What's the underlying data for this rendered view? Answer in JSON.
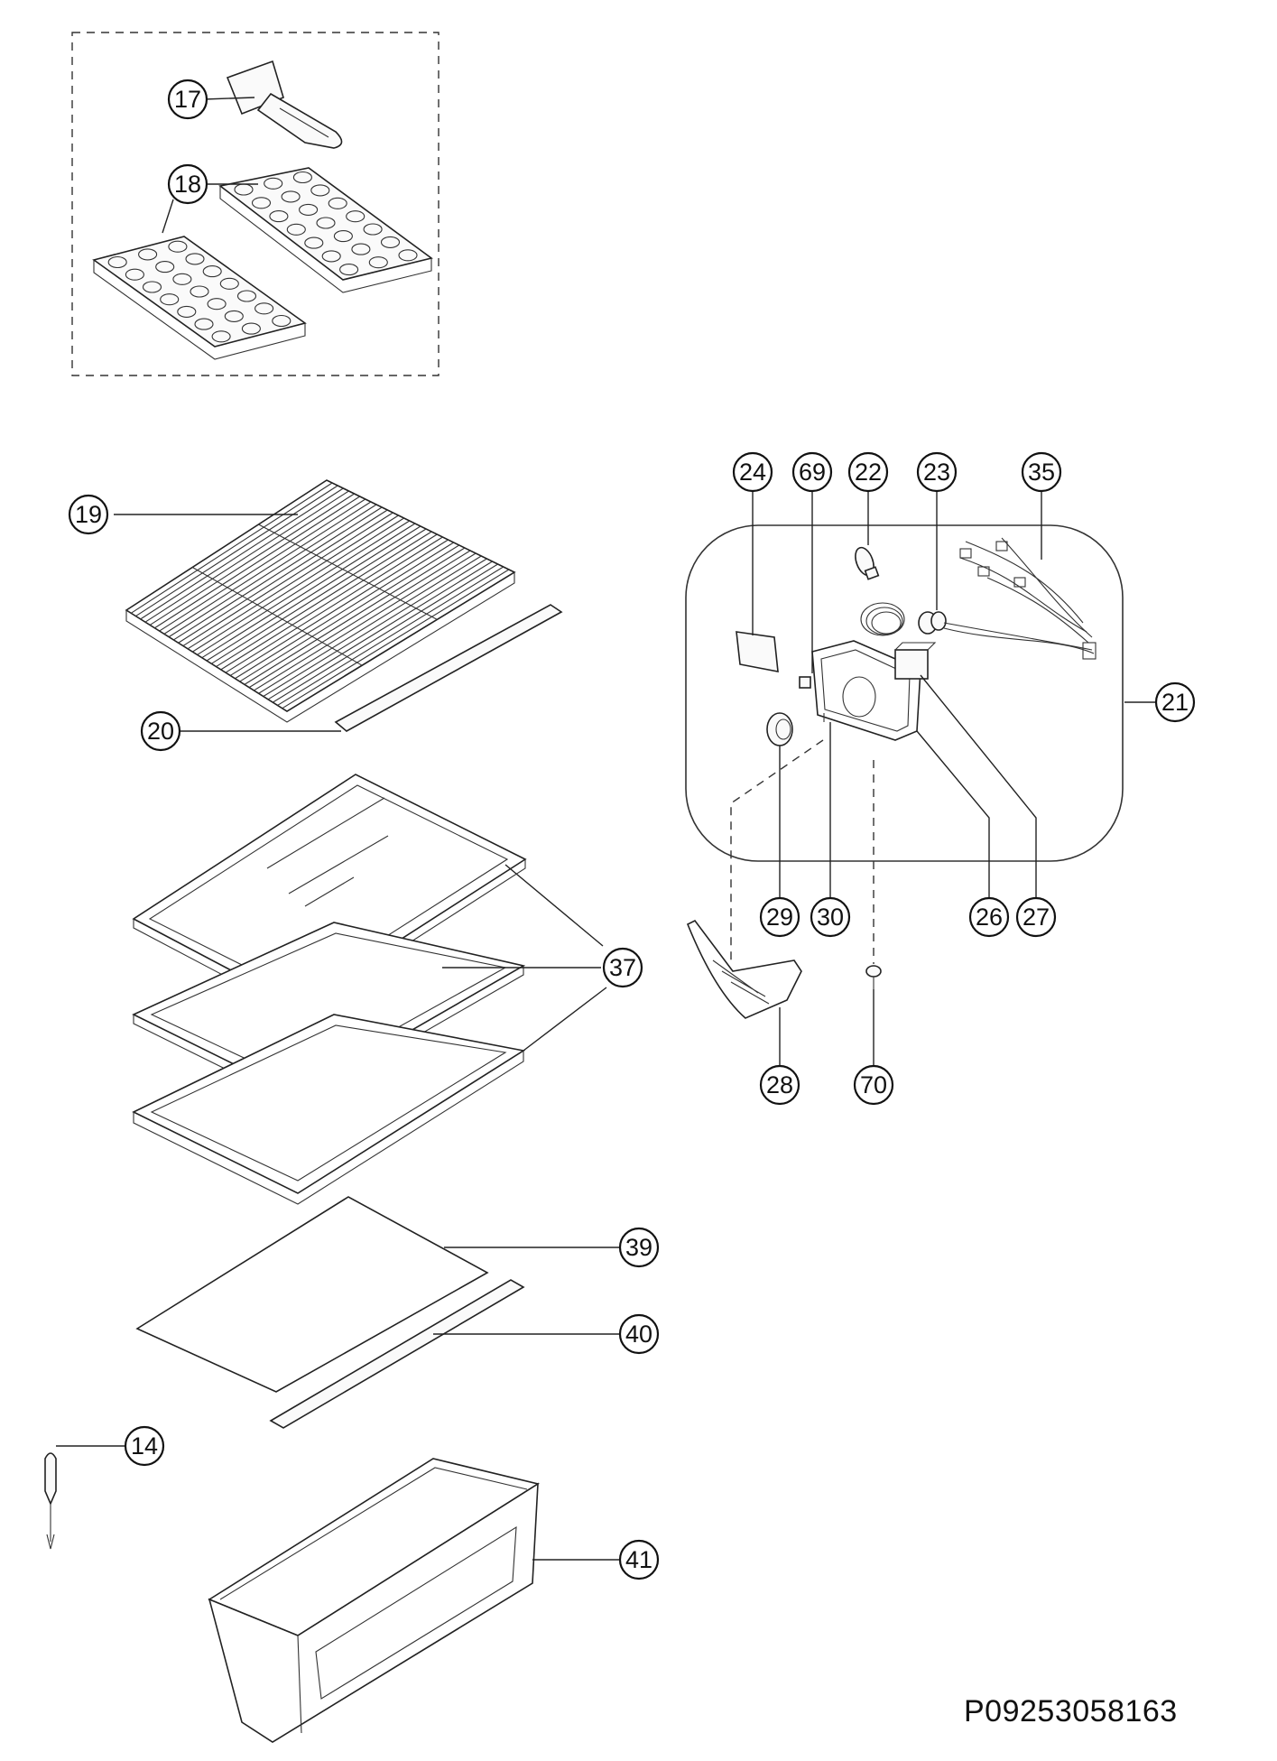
{
  "callouts": {
    "p17": "17",
    "p18": "18",
    "p19": "19",
    "p20": "20",
    "p24": "24",
    "p69": "69",
    "p22": "22",
    "p23": "23",
    "p35": "35",
    "p21": "21",
    "p29": "29",
    "p30": "30",
    "p26": "26",
    "p27": "27",
    "p37": "37",
    "p28": "28",
    "p70": "70",
    "p39": "39",
    "p40": "40",
    "p14": "14",
    "p41": "41"
  },
  "document_code": "P09253058163"
}
